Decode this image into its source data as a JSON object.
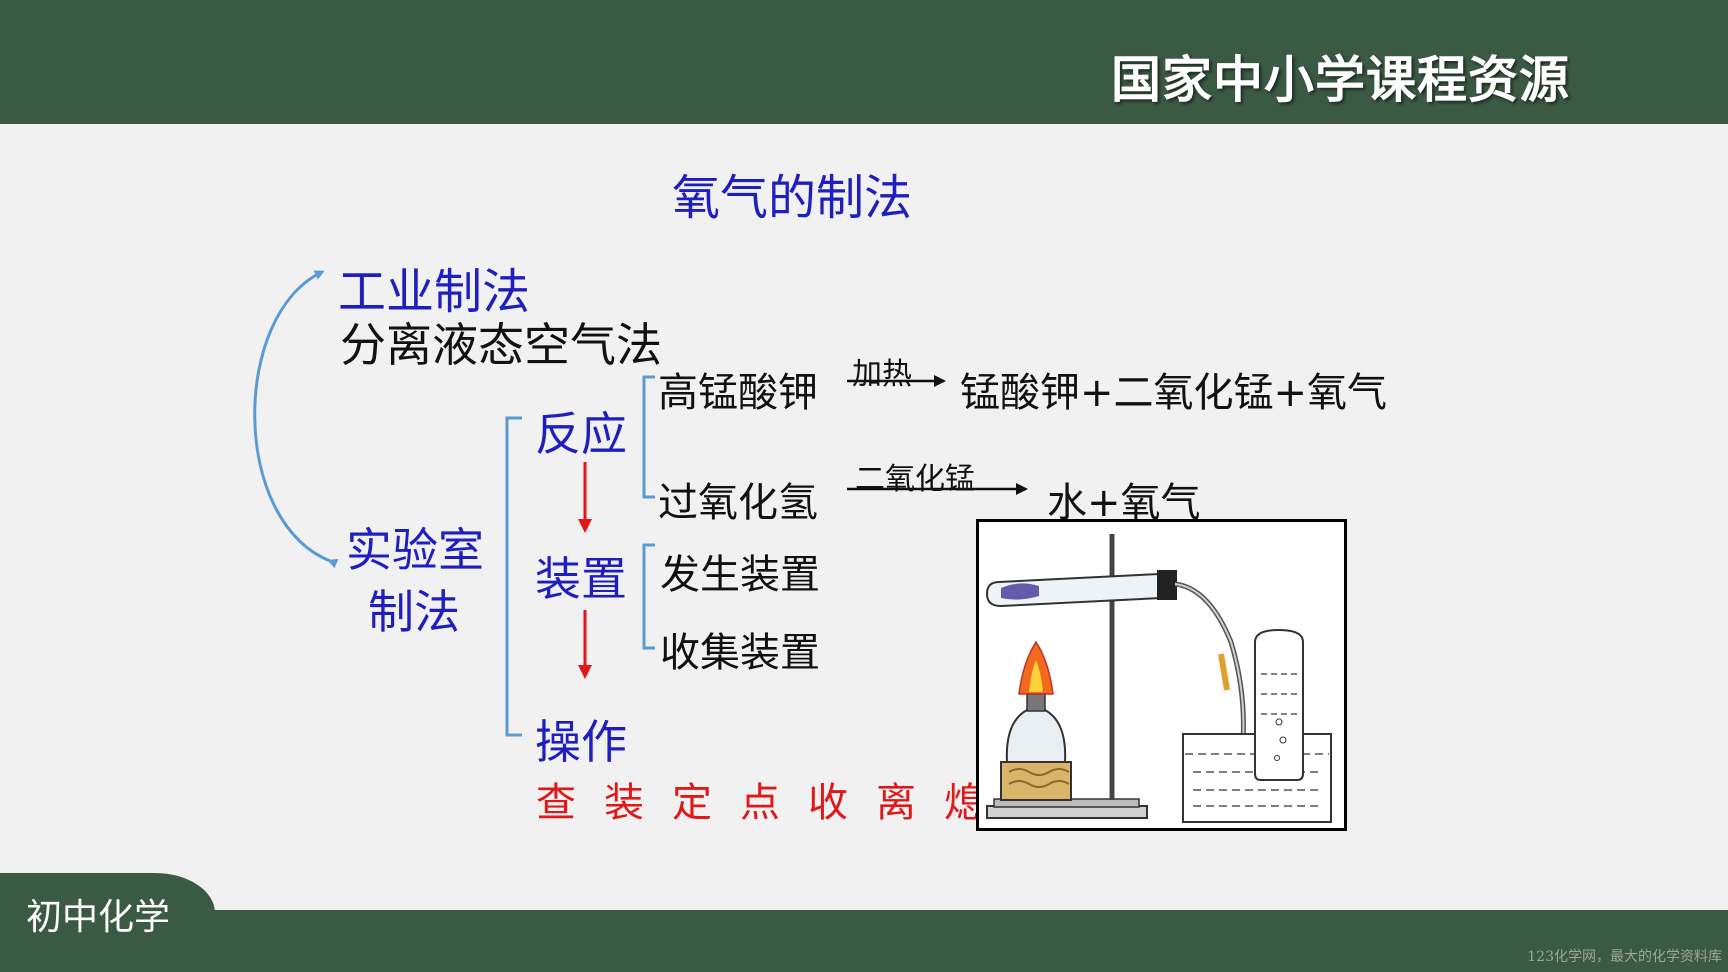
{
  "header": {
    "brand": "国家中小学课程资源"
  },
  "footer": {
    "subject_tab": "初中化学",
    "watermark": "123化学网，最大的化学资料库"
  },
  "slide": {
    "title": "氧气的制法",
    "industrial": {
      "label": "工业制法",
      "method": "分离液态空气法"
    },
    "laboratory": {
      "label_line1": "实验室",
      "label_line2": "制法"
    },
    "nodes": {
      "reaction": "反应",
      "device": "装置",
      "operation": "操作"
    },
    "reactions": [
      {
        "reactant": "高锰酸钾",
        "condition": "加热",
        "products": "锰酸钾+二氧化锰+氧气"
      },
      {
        "reactant": "过氧化氢",
        "condition": "二氧化锰",
        "products": "水+氧气"
      }
    ],
    "devices": [
      "发生装置",
      "收集装置"
    ],
    "steps": "查装定点收离熄"
  },
  "colors": {
    "bar": "#3b5a43",
    "heading_blue": "#1f1fbf",
    "accent_red": "#e01818",
    "curve_blue": "#5b9bd5"
  },
  "apparatus_icon": "oxygen-preparation-apparatus-illustration"
}
